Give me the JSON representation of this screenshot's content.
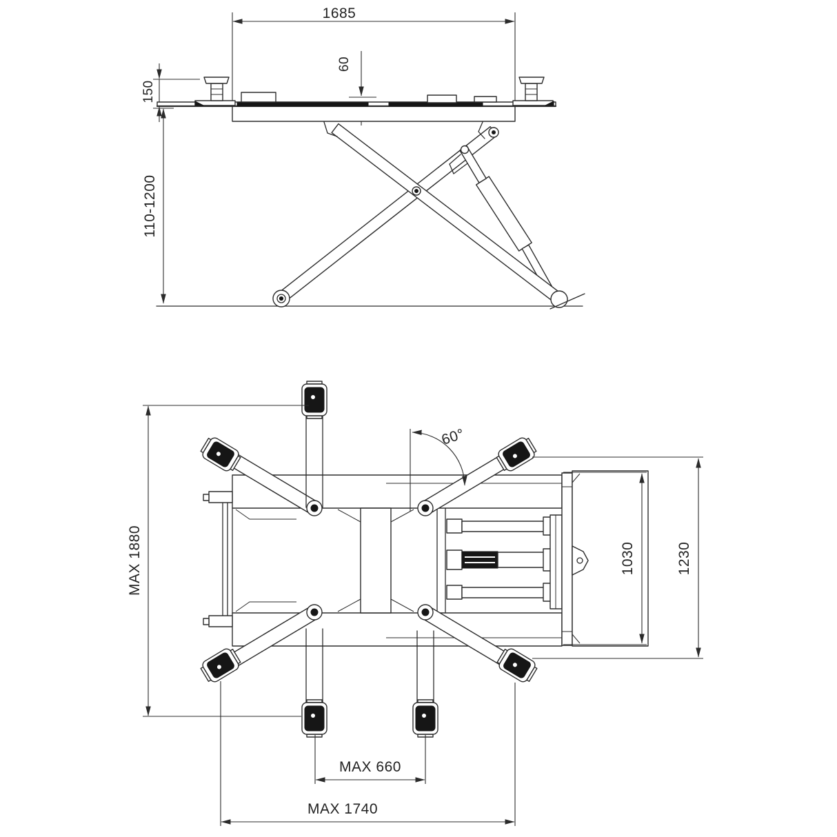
{
  "page": {
    "background": "#ffffff",
    "line_color": "#2b2b2b",
    "description": "Two-view dimensioned technical drawing of a scissor car lift"
  },
  "drawing": {
    "views": {
      "side": {
        "name": "side-elevation",
        "dims": {
          "platform_length": "1685",
          "rail_height": "60",
          "wheel_stop_height": "150",
          "lifting_height_range": "110-1200"
        }
      },
      "plan": {
        "name": "top-plan",
        "dims": {
          "max_length_over_arms": "MAX 1880",
          "arm_swing_angle": "60°",
          "base_frame_length": "1030",
          "overall_frame_length": "1230",
          "pad_min_spread": "MAX 660",
          "pad_max_spread": "MAX 1740"
        }
      }
    }
  }
}
